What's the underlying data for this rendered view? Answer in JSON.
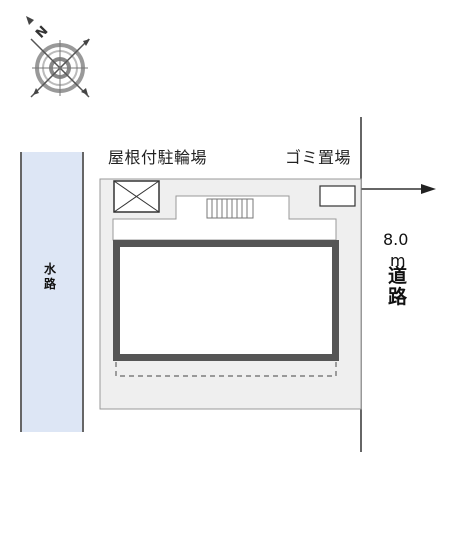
{
  "labels": {
    "rooftop_parking": "屋根付駐輪場",
    "garbage_area": "ゴミ置場",
    "waterway": [
      "水",
      "路"
    ],
    "road_width": "8.0",
    "road_unit": "m",
    "road": [
      "道",
      "路"
    ]
  },
  "compass": {
    "north_letter": "N"
  },
  "colors": {
    "waterway_fill": "#dde6f5",
    "lot_fill": "#efefef",
    "building_outline": "#555555",
    "line": "#333333"
  }
}
